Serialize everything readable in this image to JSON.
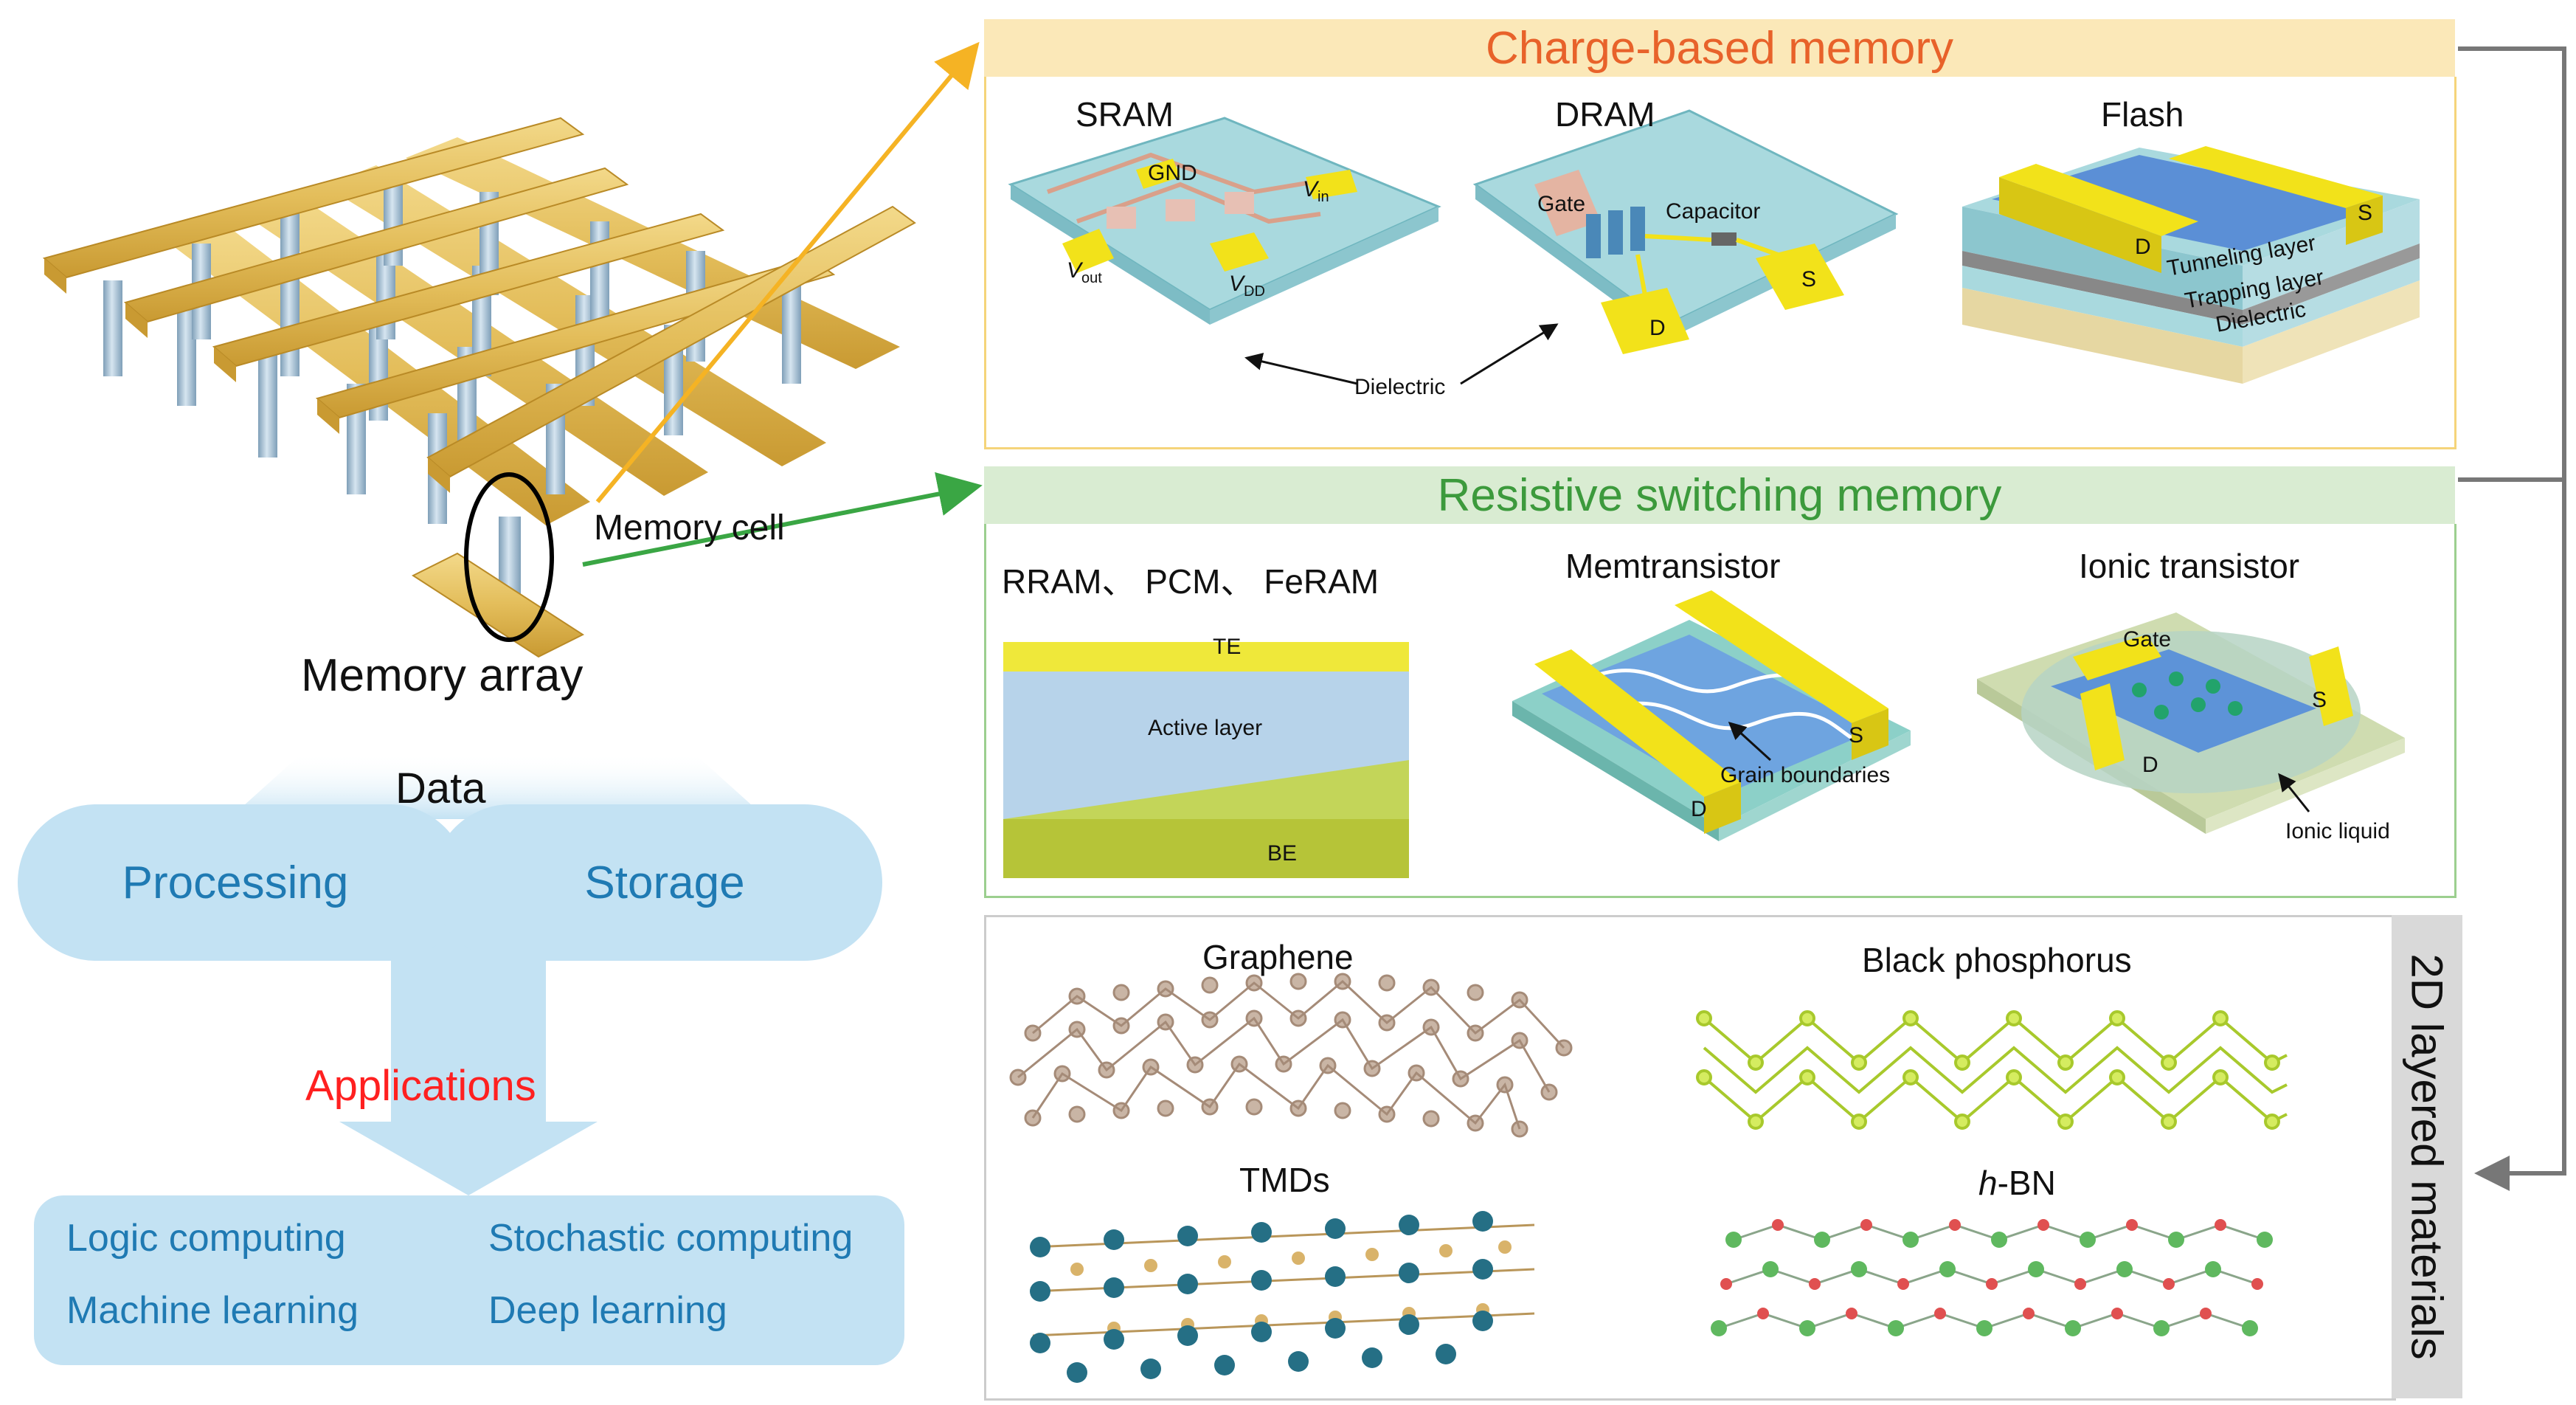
{
  "left": {
    "memory_cell_label": "Memory cell",
    "memory_array_label": "Memory array",
    "data_label": "Data",
    "processing_label": "Processing",
    "storage_label": "Storage",
    "applications_label": "Applications",
    "applications": [
      "Logic computing",
      "Stochastic computing",
      "Machine learning",
      "Deep learning"
    ]
  },
  "charge_panel": {
    "title": "Charge-based memory",
    "sram": {
      "title": "SRAM",
      "gnd": "GND",
      "vin_main": "V",
      "vin_sub": "in",
      "vout_main": "V",
      "vout_sub": "out",
      "vdd_main": "V",
      "vdd_sub": "DD"
    },
    "dram": {
      "title": "DRAM",
      "gate": "Gate",
      "capacitor": "Capacitor",
      "d": "D",
      "s": "S"
    },
    "dielectric_label": "Dielectric",
    "flash": {
      "title": "Flash",
      "d": "D",
      "s": "S",
      "tunneling": "Tunneling layer",
      "trapping": "Trapping layer",
      "dielectric": "Dielectric"
    }
  },
  "resistive_panel": {
    "title": "Resistive switching memory",
    "rram": {
      "title": "RRAM、 PCM、 FeRAM",
      "te": "TE",
      "active": "Active layer",
      "be": "BE"
    },
    "memtransistor": {
      "title": "Memtransistor",
      "grain": "Grain boundaries",
      "d": "D",
      "s": "S"
    },
    "ionic": {
      "title": "Ionic transistor",
      "gate": "Gate",
      "s": "S",
      "d": "D",
      "liquid": "Ionic liquid"
    }
  },
  "materials_panel": {
    "band_label": "2D layered materials",
    "graphene": "Graphene",
    "black_phosphorus": "Black phosphorus",
    "tmds": "TMDs",
    "hbn_italic": "h",
    "hbn_rest": "-BN"
  },
  "colors": {
    "orange_title": "#e8622a",
    "green_title": "#3c9a3c",
    "blue_text": "#1f7ab3",
    "red_text": "#ff2020",
    "pill_fill": "#c3e2f3",
    "rail_gold": "#e3bd5a",
    "pillar_blue": "#a9c3d8"
  }
}
